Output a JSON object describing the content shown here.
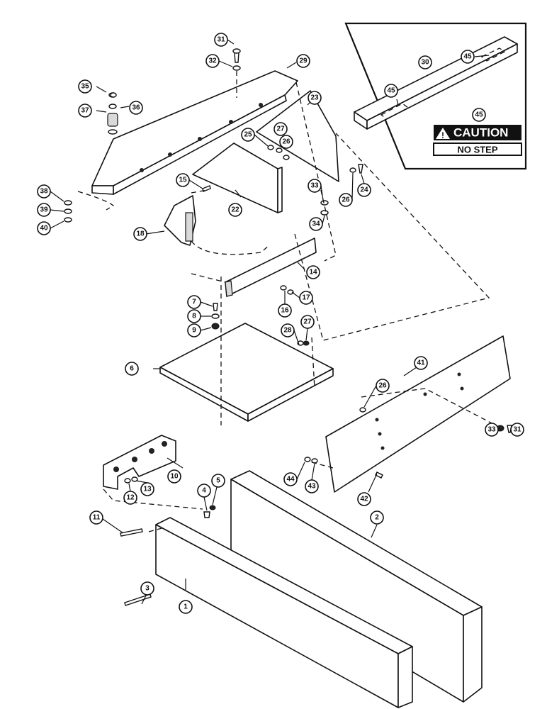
{
  "decal": {
    "caution_label": "CAUTION",
    "no_step_label": "NO STEP",
    "warning_symbol": "!"
  },
  "callouts": {
    "c1": "1",
    "c2": "2",
    "c3": "3",
    "c4": "4",
    "c5": "5",
    "c6": "6",
    "c7": "7",
    "c8": "8",
    "c9": "9",
    "c10": "10",
    "c11": "11",
    "c12": "12",
    "c13": "13",
    "c14": "14",
    "c15": "15",
    "c16": "16",
    "c17": "17",
    "c18": "18",
    "c22": "22",
    "c23": "23",
    "c24": "24",
    "c25": "25",
    "c26": "26",
    "c27": "27",
    "c28": "28",
    "c29": "29",
    "c30": "30",
    "c31": "31",
    "c32": "32",
    "c33": "33",
    "c34": "34",
    "c35": "35",
    "c36": "36",
    "c37": "37",
    "c38": "38",
    "c39": "39",
    "c40": "40",
    "c41": "41",
    "c42": "42",
    "c43": "43",
    "c44": "44",
    "c45": "45"
  }
}
